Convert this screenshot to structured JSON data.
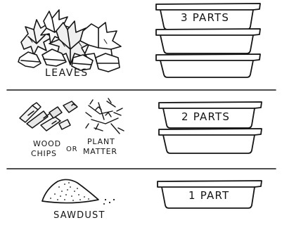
{
  "sections": [
    {
      "ingredient": "LEAVES",
      "parts": 3,
      "parts_label": "3 PARTS"
    },
    {
      "ingredient_line1_a": "WOOD",
      "ingredient_line2_a": "CHIPS",
      "connector": "OR",
      "ingredient_line1_b": "PLANT",
      "ingredient_line2_b": "MATTER",
      "parts": 2,
      "parts_label": "2 PARTS"
    },
    {
      "ingredient": "SAWDUST",
      "parts": 1,
      "parts_label": "1 PART"
    }
  ],
  "icons": [
    "leaves-icon",
    "wood-chips-icon",
    "plant-matter-icon",
    "sawdust-pile-icon",
    "tray-icon"
  ]
}
